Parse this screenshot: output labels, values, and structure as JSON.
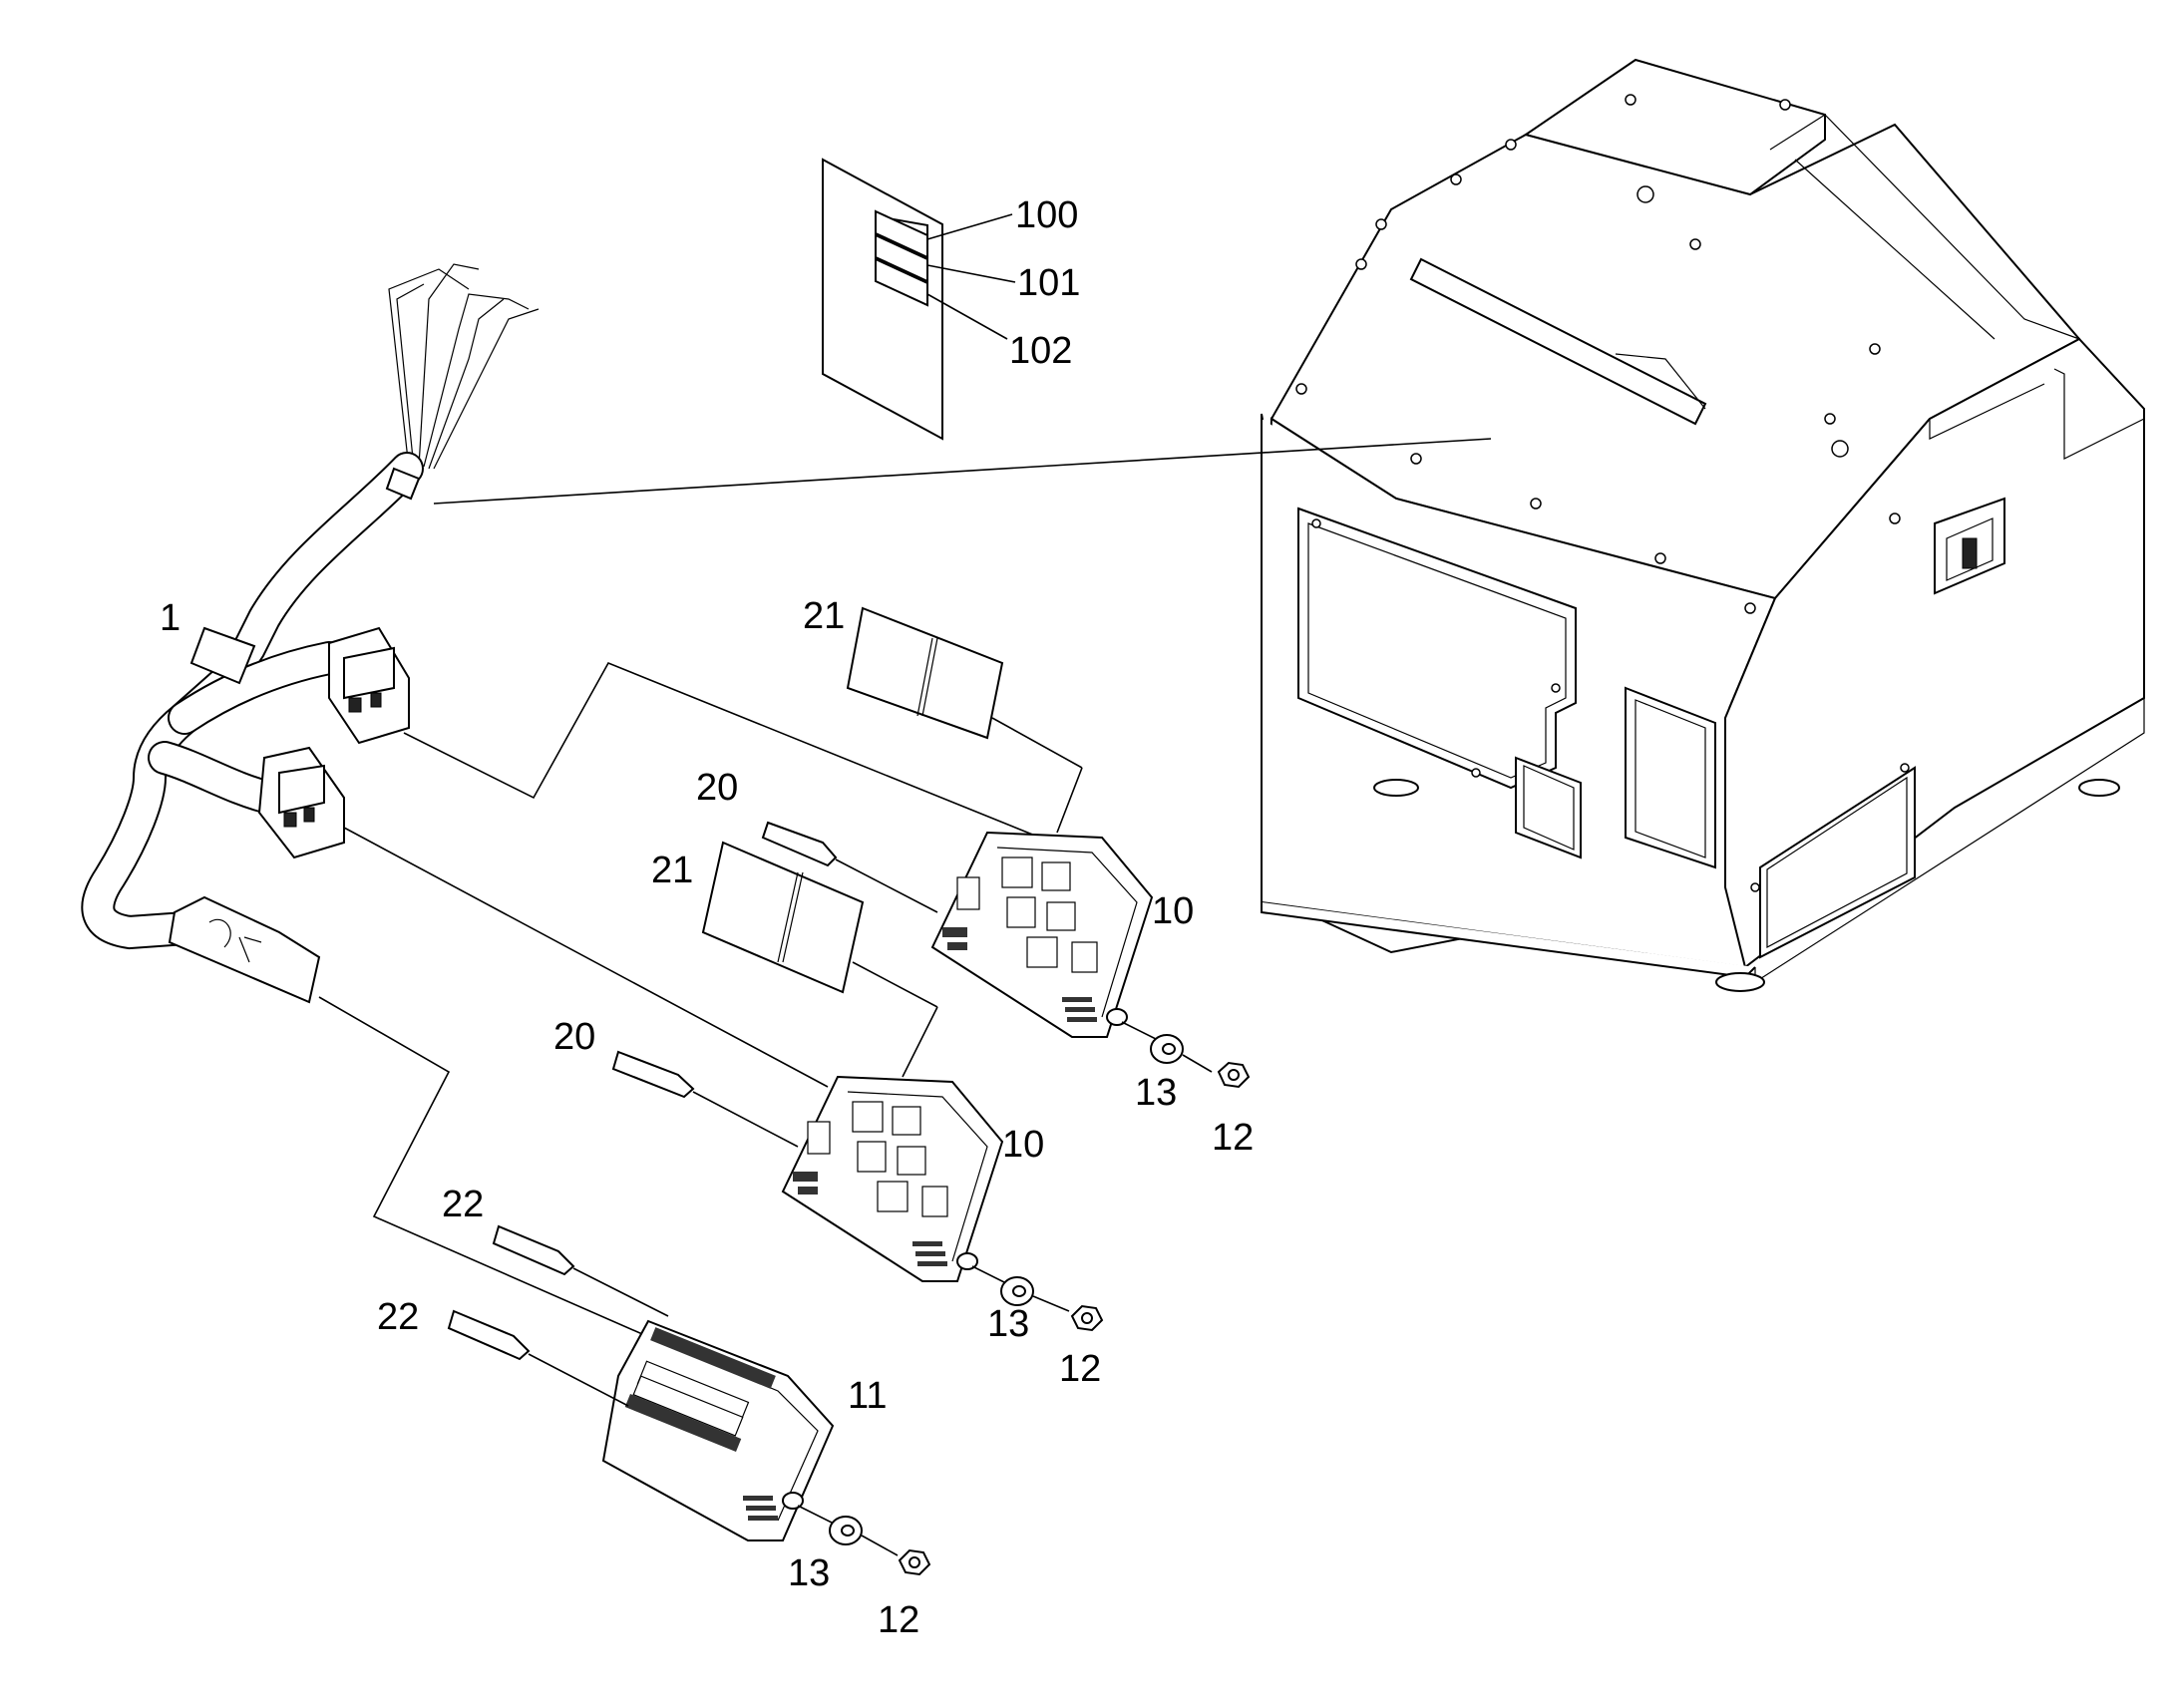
{
  "diagram": {
    "callouts": {
      "harness": "1",
      "relay_box_upper": "10",
      "relay_box_lower": "10",
      "fuse_box": "11",
      "nut_a": "12",
      "nut_b": "12",
      "nut_c": "12",
      "washer_a": "13",
      "washer_b": "13",
      "washer_c": "13",
      "fuse_a": "20",
      "fuse_b": "20",
      "cover_a": "21",
      "cover_b": "21",
      "fuse_c": "22",
      "fuse_d": "22",
      "label_100": "100",
      "label_101": "101",
      "label_102": "102"
    }
  }
}
